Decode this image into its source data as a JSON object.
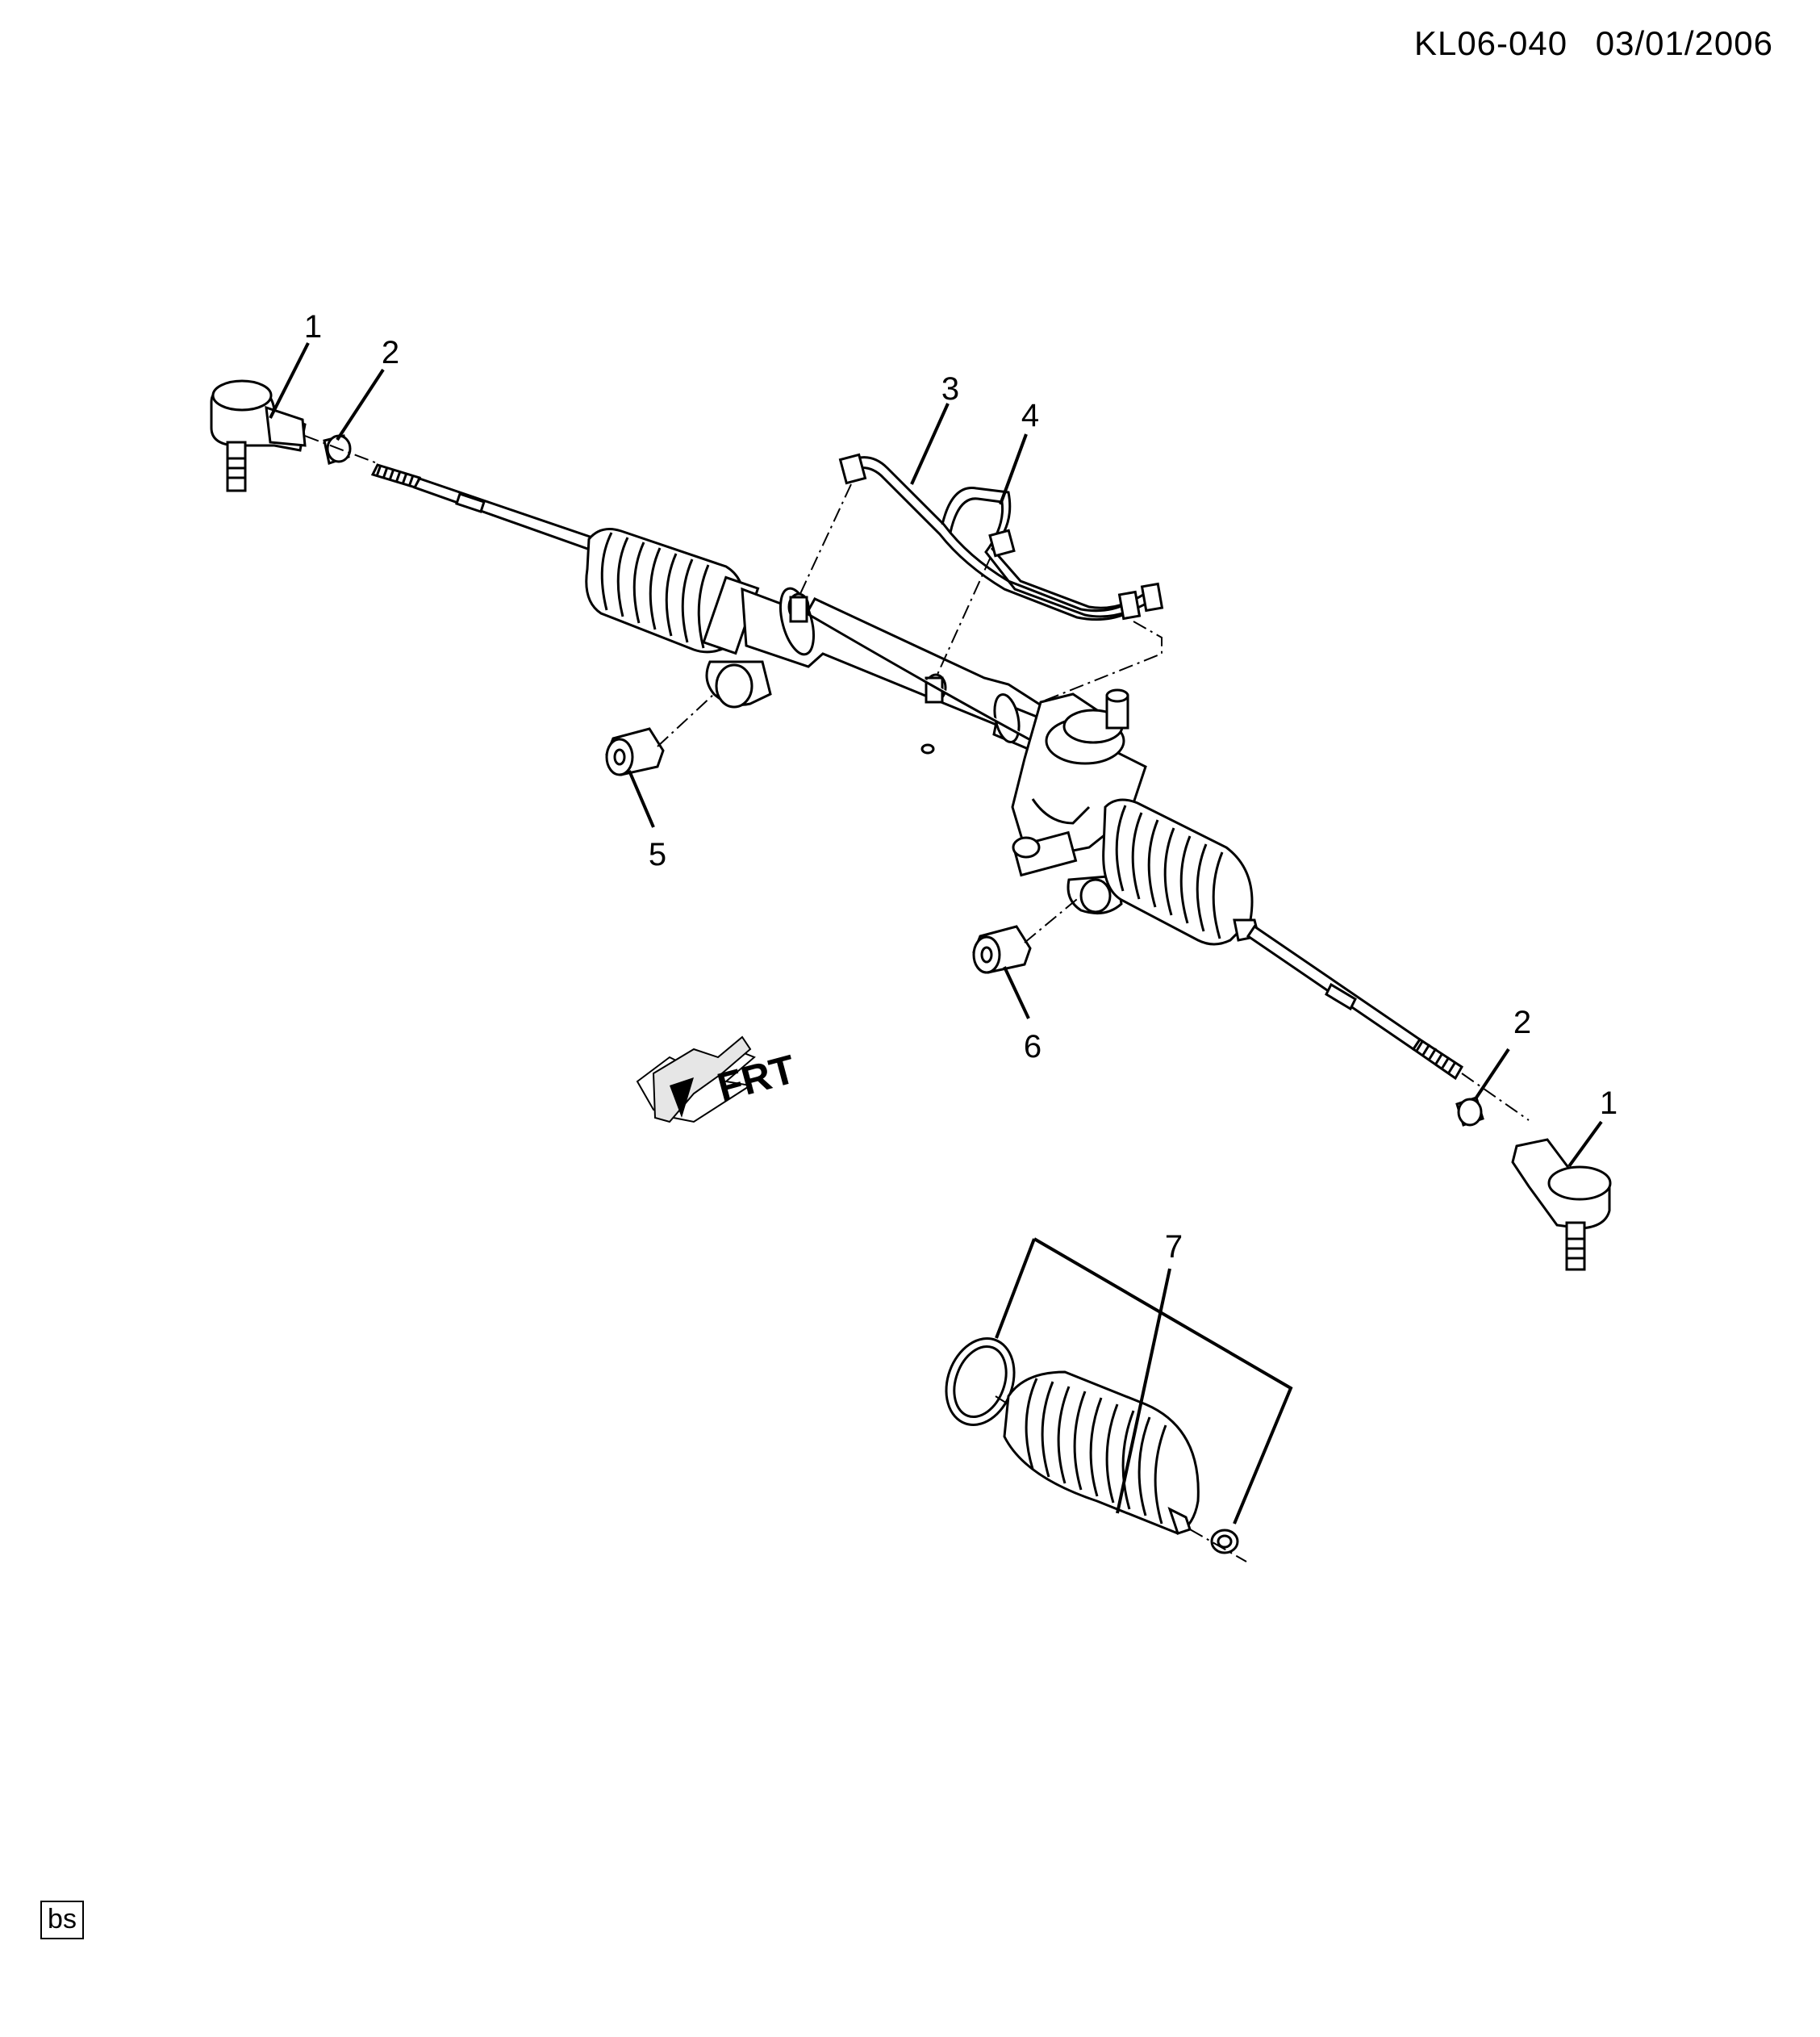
{
  "header": {
    "code": "KL06-040",
    "date": "03/01/2006"
  },
  "direction_label": "FRT",
  "corner_tag": "bs",
  "callouts": {
    "c1_left": "1",
    "c2_left": "2",
    "c3": "3",
    "c4": "4",
    "c5": "5",
    "c6": "6",
    "c2_right": "2",
    "c1_right": "1",
    "c7": "7"
  }
}
